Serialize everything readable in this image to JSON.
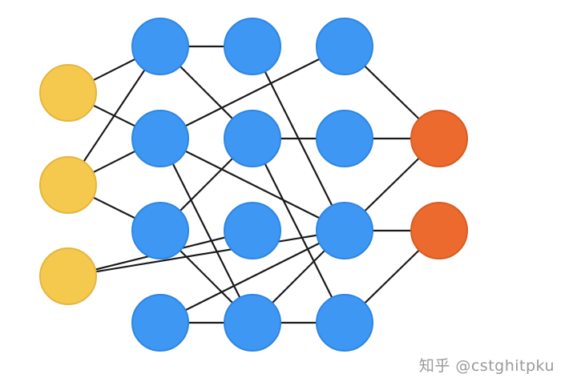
{
  "colors": {
    "input": "#F5C94E",
    "input_stroke": "#E6B53E",
    "hidden": "#3D97F3",
    "hidden_stroke": "#2E86E3",
    "output": "#EC6A2E",
    "output_stroke": "#D85C22",
    "edge": "#1a1a1a"
  },
  "layers": [
    {
      "type": "input",
      "nodes": [
        "i1",
        "i2",
        "i3"
      ]
    },
    {
      "type": "hidden",
      "nodes": [
        "a1",
        "a2",
        "a3",
        "a4"
      ]
    },
    {
      "type": "hidden",
      "nodes": [
        "b1",
        "b2",
        "b3",
        "b4"
      ]
    },
    {
      "type": "hidden",
      "nodes": [
        "c1",
        "c2",
        "c3",
        "c4"
      ]
    },
    {
      "type": "output",
      "nodes": [
        "o1",
        "o2"
      ]
    }
  ],
  "edges": [
    [
      "i1",
      "a1"
    ],
    [
      "i1",
      "a2"
    ],
    [
      "i2",
      "a1"
    ],
    [
      "i2",
      "a2"
    ],
    [
      "i2",
      "a3"
    ],
    [
      "i3",
      "b3"
    ],
    [
      "i3",
      "c3"
    ],
    [
      "a1",
      "b1"
    ],
    [
      "a1",
      "b2"
    ],
    [
      "a2",
      "c1"
    ],
    [
      "a2",
      "c3"
    ],
    [
      "a2",
      "b4"
    ],
    [
      "a3",
      "b2"
    ],
    [
      "a3",
      "b4"
    ],
    [
      "a4",
      "b4"
    ],
    [
      "a4",
      "c3"
    ],
    [
      "b1",
      "c3"
    ],
    [
      "b2",
      "c2"
    ],
    [
      "b2",
      "c4"
    ],
    [
      "b4",
      "c3"
    ],
    [
      "b4",
      "c4"
    ],
    [
      "c1",
      "o1"
    ],
    [
      "c2",
      "o1"
    ],
    [
      "c3",
      "o1"
    ],
    [
      "c3",
      "o2"
    ],
    [
      "c4",
      "o2"
    ]
  ],
  "watermark": "知乎 @cstghitpku"
}
